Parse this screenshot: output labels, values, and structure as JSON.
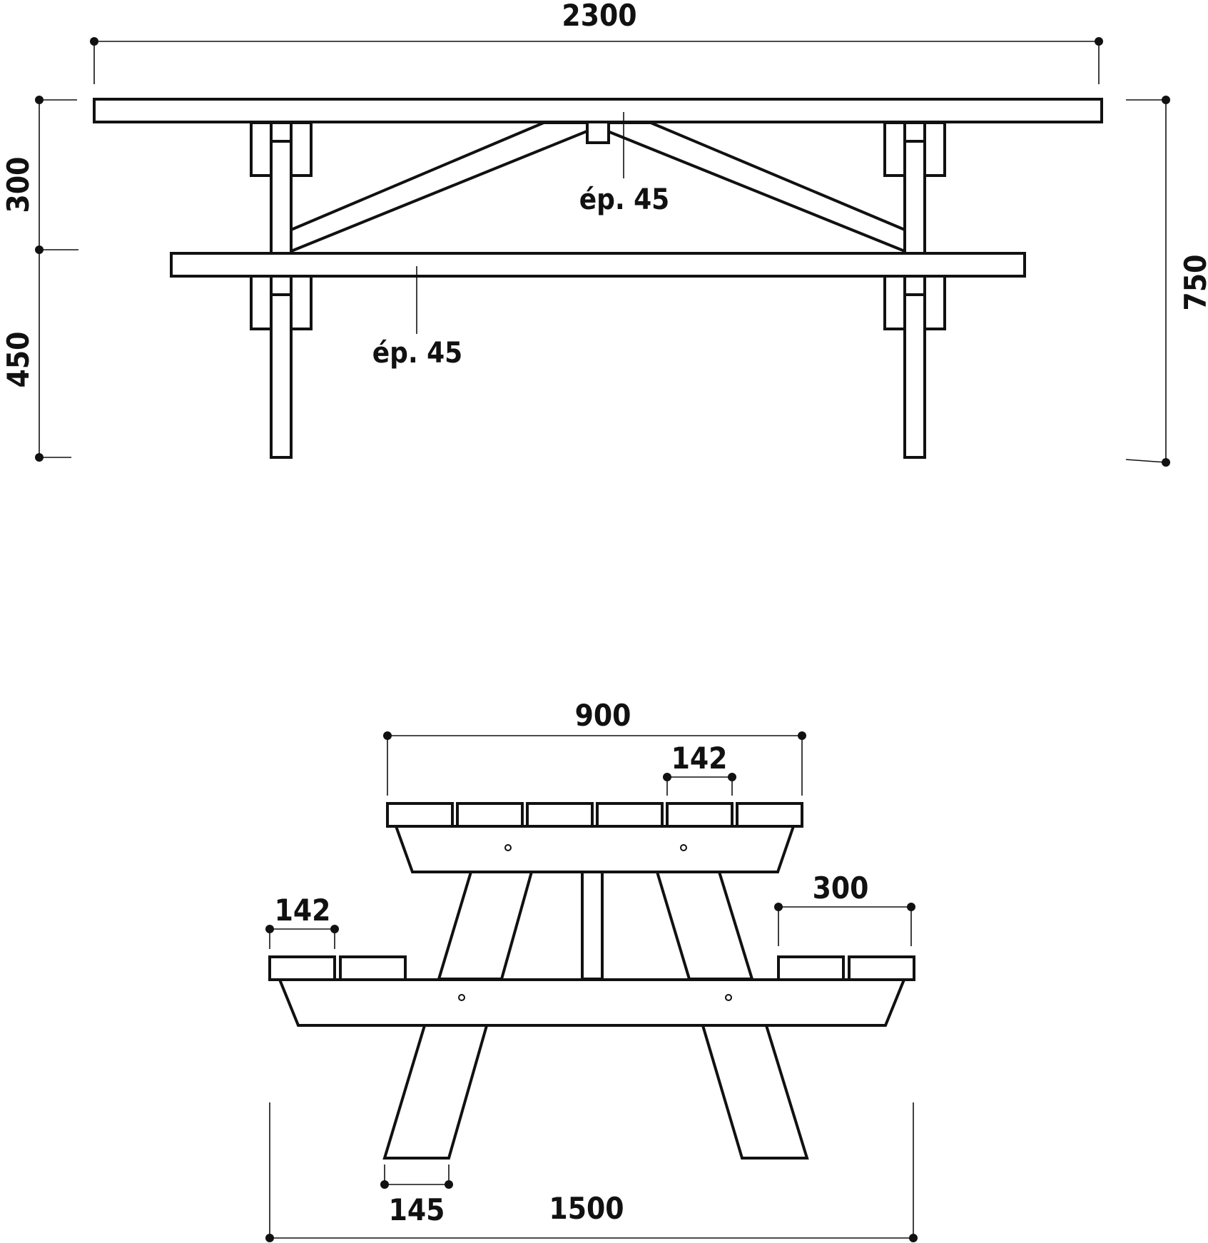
{
  "side_view": {
    "overall_length": "2300",
    "top_height": "300",
    "seat_height": "450",
    "overall_height": "750",
    "top_thickness_note": "ép. 45",
    "seat_thickness_note": "ép. 45"
  },
  "end_view": {
    "top_width": "900",
    "top_board_width": "142",
    "seat_board_width": "142",
    "seat_width": "300",
    "leg_width": "145",
    "overall_width": "1500"
  },
  "colors": {
    "line": "#111111",
    "background": "#ffffff"
  }
}
